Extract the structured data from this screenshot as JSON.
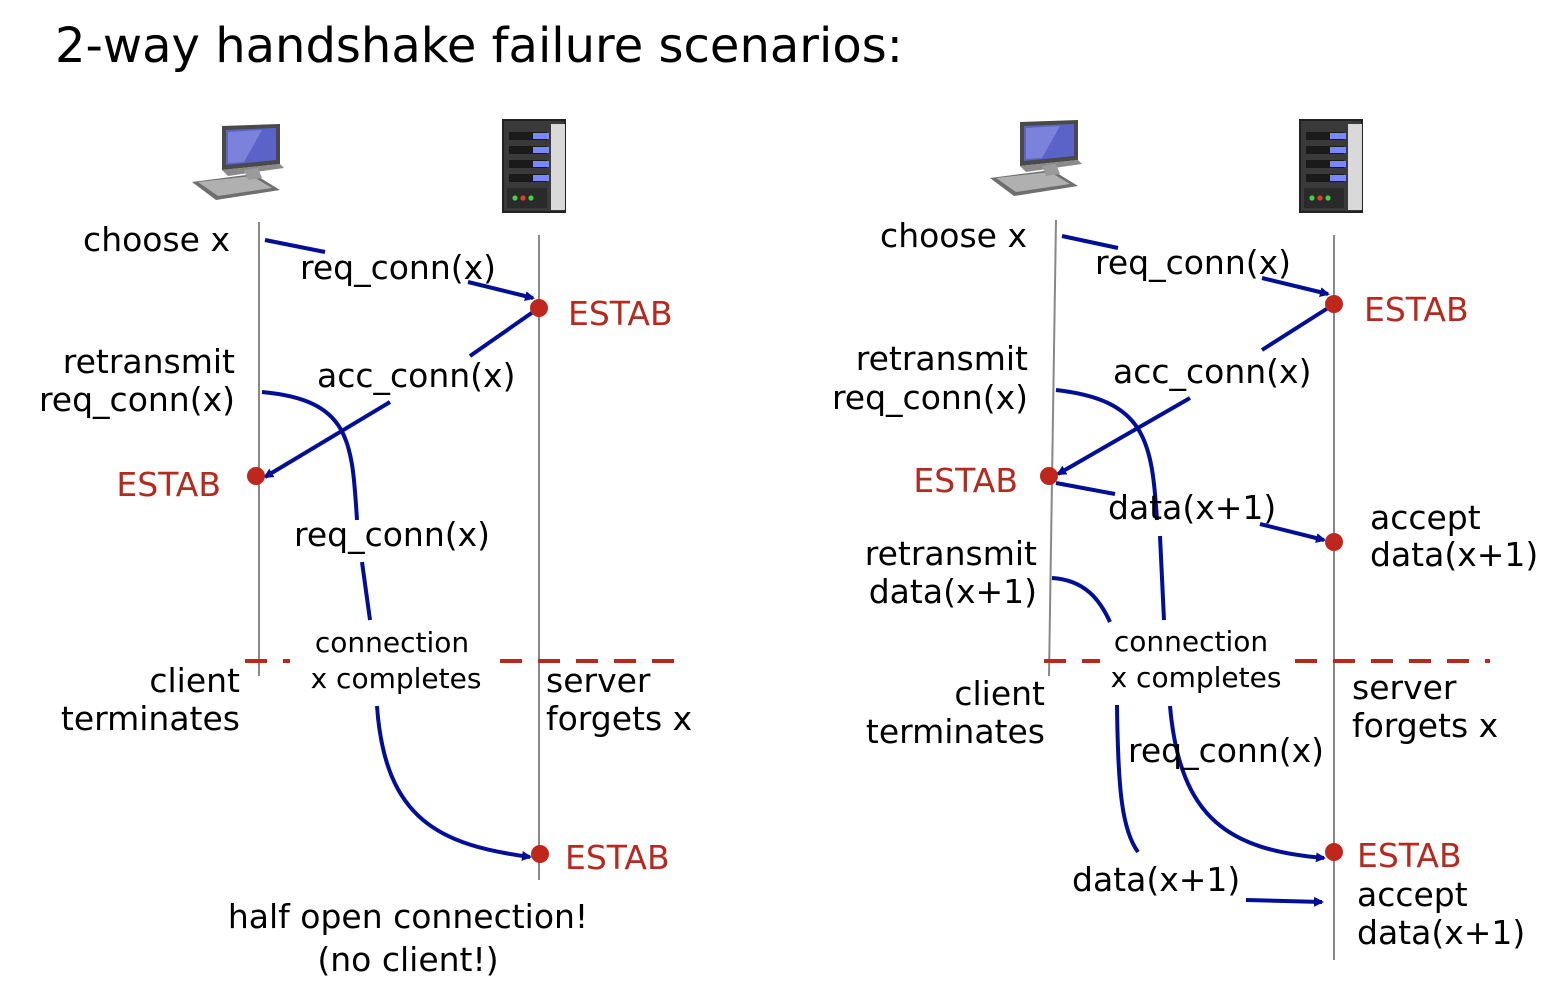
{
  "title": "2-way handshake failure scenarios:",
  "colors": {
    "arrow": "#000f96",
    "estab": "#b52a1f",
    "dash": "#b52a1f",
    "timeline": "#888888"
  },
  "icons": {
    "client": "desktop-computer-icon",
    "server": "server-tower-icon"
  },
  "left": {
    "choose": "choose x",
    "msg1": "req_conn(x)",
    "estab_server1": "ESTAB",
    "retransmit1": "retransmit",
    "retransmit2": "req_conn(x)",
    "msg2": "acc_conn(x)",
    "estab_client": "ESTAB",
    "msg3": "req_conn(x)",
    "conn1": "connection",
    "conn2": "x completes",
    "client1": "client",
    "client2": "terminates",
    "server1": "server",
    "server2": "forgets x",
    "estab_server2": "ESTAB",
    "half1": "half open connection!",
    "half2": "(no client!)"
  },
  "right": {
    "choose": "choose x",
    "msg1": "req_conn(x)",
    "estab_server1": "ESTAB",
    "retransmit1": "retransmit",
    "retransmit2": "req_conn(x)",
    "msg2": "acc_conn(x)",
    "estab_client": "ESTAB",
    "data1": "data(x+1)",
    "accept1a": "accept",
    "accept1b": "data(x+1)",
    "retransmit_data1": "retransmit",
    "retransmit_data2": "data(x+1)",
    "conn1": "connection",
    "conn2": "x completes",
    "client1": "client",
    "client2": "terminates",
    "server1": "server",
    "server2": "forgets x",
    "msg3": "req_conn(x)",
    "estab_server2": "ESTAB",
    "data2": "data(x+1)",
    "accept2a": "accept",
    "accept2b": "data(x+1)"
  }
}
